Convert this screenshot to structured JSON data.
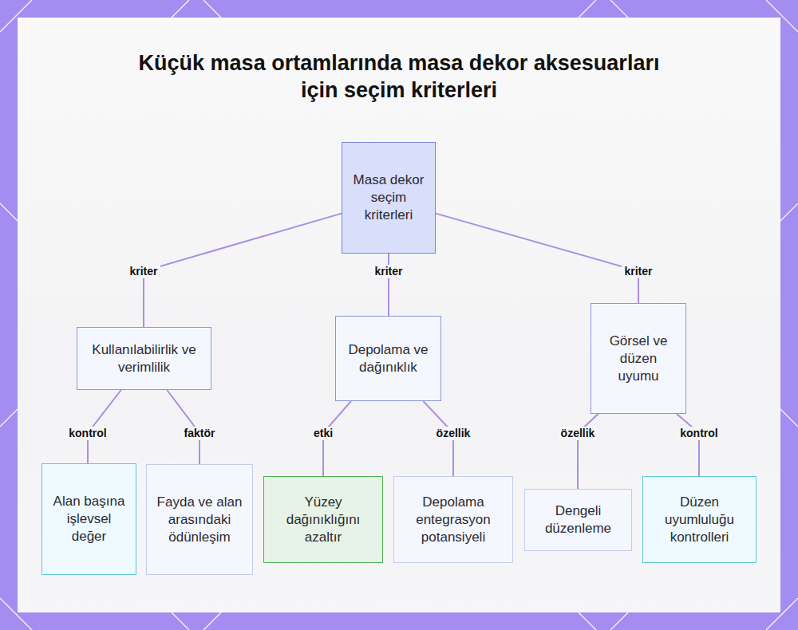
{
  "diagram": {
    "title": "Küçük masa ortamlarında masa dekor aksesuarları için seçim kriterleri",
    "nodes": [
      {
        "text": [
          "Masa dekor seçim kriterleri"
        ]
      },
      {
        "text": [
          "Kullanılabilirlik ve verimlilik"
        ]
      },
      {
        "text": [
          "Depolama ve dağınıklık"
        ]
      },
      {
        "text": [
          "Görsel ve düzen uyumu"
        ]
      },
      {
        "text": [
          "Alan başına işlevsel değer"
        ]
      },
      {
        "text": [
          "Fayda ve alan arasındaki ödünleşim"
        ]
      },
      {
        "text": [
          "Yüzey dağınıklığını azaltır"
        ]
      },
      {
        "text": [
          "Depolama entegrasyon potansiyeli"
        ]
      },
      {
        "text": [
          "Dengeli düzenleme"
        ]
      },
      {
        "text": [
          "Düzen uyumluluğu kontrolleri"
        ]
      }
    ],
    "edges": [
      {
        "from": 0,
        "to": 1,
        "label": "kriter",
        "arrow": "none"
      },
      {
        "from": 0,
        "to": 2,
        "label": "kriter",
        "arrow": "none"
      },
      {
        "from": 0,
        "to": 3,
        "label": "kriter",
        "arrow": "none"
      },
      {
        "from": 1,
        "to": 4,
        "label": "kontrol",
        "arrow": "none"
      },
      {
        "from": 1,
        "to": 5,
        "label": "faktör",
        "arrow": "none"
      },
      {
        "from": 2,
        "to": 6,
        "label": "etki",
        "arrow": "none"
      },
      {
        "from": 2,
        "to": 7,
        "label": "özellik",
        "arrow": "none"
      },
      {
        "from": 3,
        "to": 8,
        "label": "özellik",
        "arrow": "none"
      },
      {
        "from": 3,
        "to": 9,
        "label": "kontrol",
        "arrow": "none"
      }
    ]
  }
}
